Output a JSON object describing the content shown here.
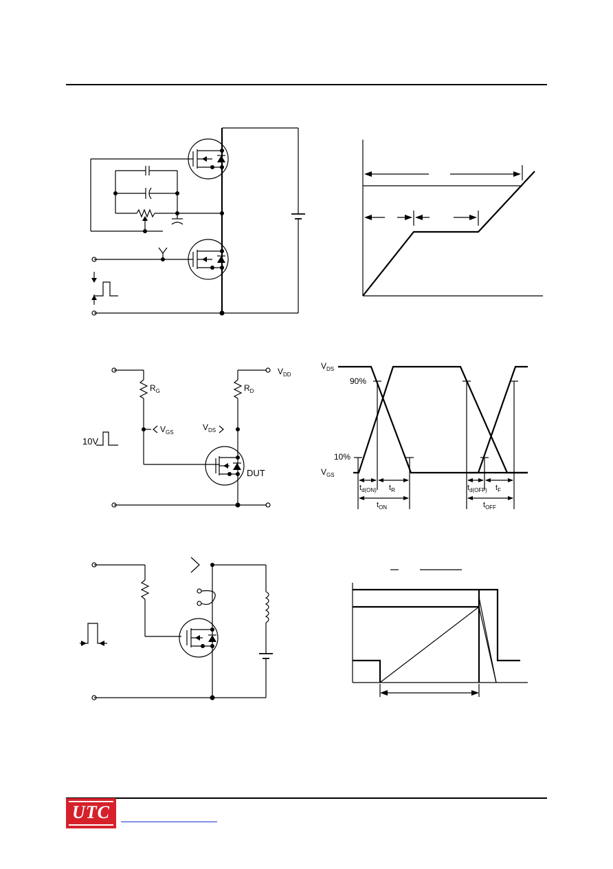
{
  "footer": {
    "logo_text": "UTC",
    "logo_color": "#d6212b",
    "link_color": "#1a33cc"
  },
  "switching_circuit": {
    "vdd_label": "V",
    "vdd_sub": "DD",
    "rg_label": "R",
    "rg_sub": "G",
    "rd_label": "R",
    "rd_sub": "D",
    "vgs_label": "V",
    "vgs_sub": "GS",
    "vds_label": "V",
    "vds_sub": "DS",
    "pulse_label": "10V",
    "dut_label": "DUT"
  },
  "switching_waveform": {
    "vds_label": "V",
    "vds_sub": "DS",
    "vgs_label": "V",
    "vgs_sub": "GS",
    "pct90": "90%",
    "pct10": "10%",
    "tdon_label": "t",
    "tdon_sub": "d(ON)",
    "tr_label": "t",
    "tr_sub": "R",
    "ton_label": "t",
    "ton_sub": "ON",
    "tdoff_label": "t",
    "tdoff_sub": "d(OFF)",
    "tf_label": "t",
    "tf_sub": "F",
    "toff_label": "t",
    "toff_sub": "OFF"
  }
}
